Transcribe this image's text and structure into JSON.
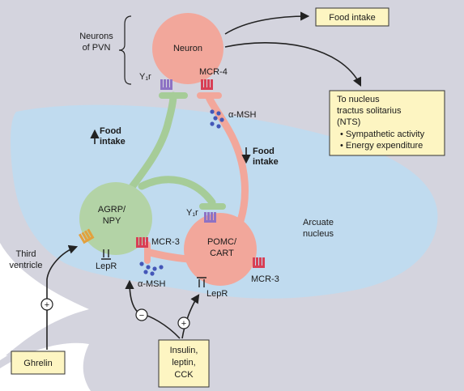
{
  "labels": {
    "neuron": "Neuron",
    "neurons_of_pvn": [
      "Neurons",
      "of PVN"
    ],
    "y1r_top": "Y₁r",
    "mcr4": "MCR-4",
    "alpha_msh_top": "α-MSH",
    "food_intake_up": [
      "Food",
      "intake"
    ],
    "food_intake_down": [
      "Food",
      "intake"
    ],
    "agrp_npy": [
      "AGRP/",
      "NPY"
    ],
    "y1r_mid": "Y₁r",
    "mcr3_left": "MCR-3",
    "pomc_cart": [
      "POMC/",
      "CART"
    ],
    "arcuate_nucleus": [
      "Arcuate",
      "nucleus"
    ],
    "third_ventricle": [
      "Third",
      "ventricle"
    ],
    "lepr_left": "LepR",
    "alpha_msh_bottom": "α-MSH",
    "lepr_right": "LepR",
    "mcr3_right": "MCR-3",
    "plus": "+",
    "minus": "−"
  },
  "boxes": {
    "food_intake": "Food intake",
    "nts": [
      "To nucleus",
      "tractus solitarius",
      "(NTS)",
      "• Sympathetic activity",
      "• Energy expenditure"
    ],
    "ghrelin": "Ghrelin",
    "insulin": [
      "Insulin,",
      "leptin,",
      "CCK"
    ]
  },
  "colors": {
    "tissue": "#d3d3de",
    "arcuate": "#c2dcef",
    "neuron_fill": "#f2a79b",
    "agrp_fill": "#b3d3a6",
    "box_fill": "#fdf5c2",
    "receptor_purple": "#8d72c4",
    "receptor_red": "#d83f55",
    "dot_blue": "#4457b8",
    "receptor_orange": "#e3a03c"
  }
}
